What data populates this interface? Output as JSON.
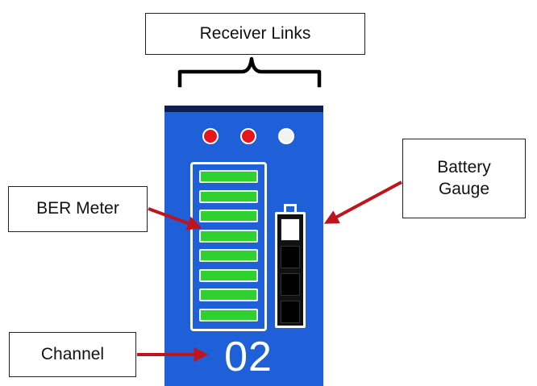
{
  "labels": {
    "receiver_links": "Receiver Links",
    "battery_line1": "Battery",
    "battery_line2": "Gauge",
    "ber_meter": "BER Meter",
    "channel": "Channel"
  },
  "device": {
    "body_color": "#1f5fd8",
    "receiver_links": [
      {
        "state": "on",
        "color": "#e8141c"
      },
      {
        "state": "on",
        "color": "#e8141c"
      },
      {
        "state": "off",
        "color": "#f2f2f2"
      }
    ],
    "ber_meter": {
      "segments_total": 8,
      "segments_lit": 8,
      "lit_color": "#2ed12e",
      "unlit_color": "#111111"
    },
    "battery_gauge": {
      "segments_total": 4,
      "segments_lit": 1,
      "lit_color": "#ffffff",
      "unlit_color": "#000000"
    },
    "channel": "02"
  },
  "arrow_color": "#c0141c"
}
